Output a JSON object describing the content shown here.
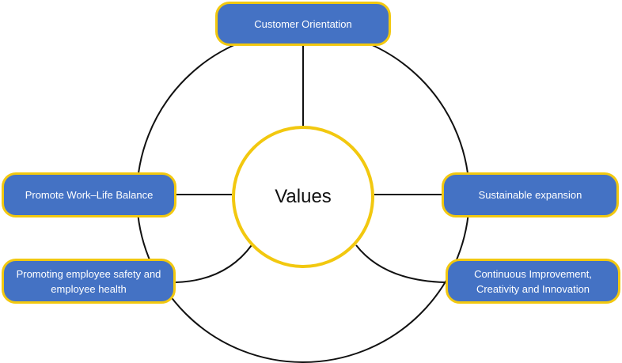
{
  "diagram": {
    "center": {
      "label": "Values"
    },
    "nodes": [
      {
        "id": "top",
        "label": "Customer Orientation"
      },
      {
        "id": "right",
        "label": "Sustainable expansion"
      },
      {
        "id": "left",
        "label": "Promote Work–Life Balance"
      },
      {
        "id": "bottom_left",
        "label": "Promoting employee safety and employee health"
      },
      {
        "id": "bottom_right",
        "label": "Continuous Improvement, Creativity and Innovation"
      }
    ]
  },
  "colors": {
    "node_fill": "#4472c4",
    "node_border": "#f2c80f",
    "center_border": "#f2c80f",
    "connector": "#111111"
  }
}
